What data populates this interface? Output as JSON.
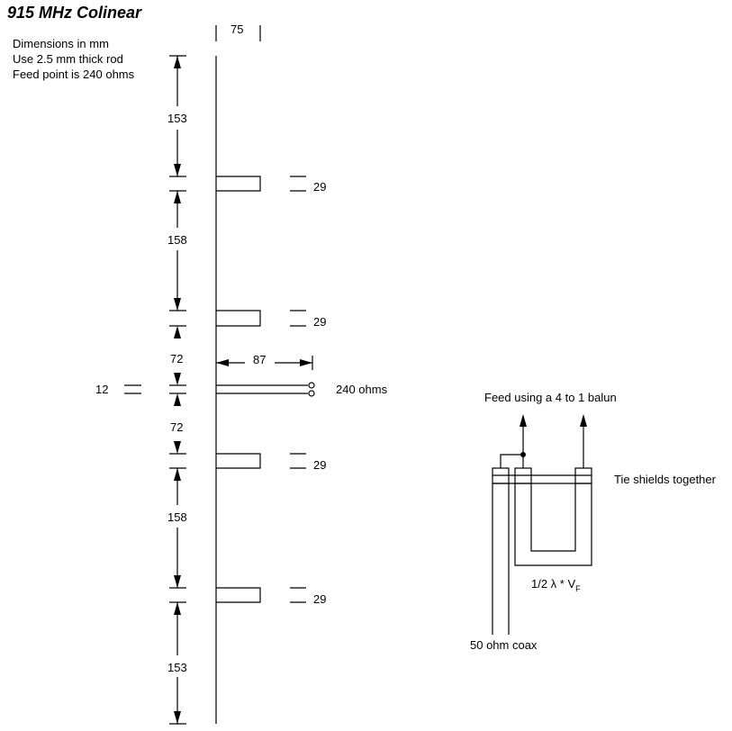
{
  "title": "915 MHz Colinear",
  "notes": [
    "Dimensions in mm",
    "Use 2.5 mm thick rod",
    "Feed point is 240 ohms"
  ],
  "dimensions": {
    "stub_spacing": "75",
    "section_top": "153",
    "section_upper": "158",
    "feed_upper": "72",
    "feed_lower": "72",
    "section_lower": "158",
    "section_bottom": "153",
    "stub_depth_1": "29",
    "stub_depth_2": "29",
    "stub_depth_3": "29",
    "stub_depth_4": "29",
    "feed_gap": "12",
    "feed_line_length": "87"
  },
  "feed_impedance": "240 ohms",
  "balun": {
    "title": "Feed using a 4 to 1 balun",
    "tie_label": "Tie shields together",
    "length_label_prefix": "1/2 λ * V",
    "length_label_sub": "F",
    "coax_label": "50 ohm coax"
  }
}
